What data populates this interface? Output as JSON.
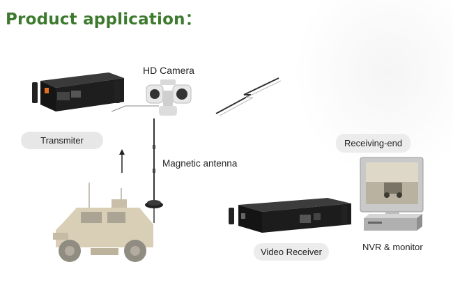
{
  "header": {
    "title": "Product application："
  },
  "labels": {
    "hd_camera": "HD Camera",
    "transmitter": "Transmiter",
    "magnetic_antenna": "Magnetic antenna",
    "receiving_end": "Receiving-end",
    "video_receiver": "Video Receiver",
    "nvr_monitor": "NVR & monitor"
  },
  "colors": {
    "title_green": "#3d7a2e",
    "label_bg": "#e7e7e7",
    "device_black": "#1b1b1b",
    "vehicle_tan": "#cdbfa0"
  },
  "icons": {
    "transmitter": "rack-unit-transmitter",
    "camera": "ptz-camera",
    "antenna": "magnetic-antenna",
    "signal": "lightning-signal",
    "vehicle": "armored-vehicle",
    "receiver": "rack-unit-receiver",
    "monitor": "crt-monitor",
    "nvr": "nvr-box",
    "arrow": "up-arrow"
  }
}
